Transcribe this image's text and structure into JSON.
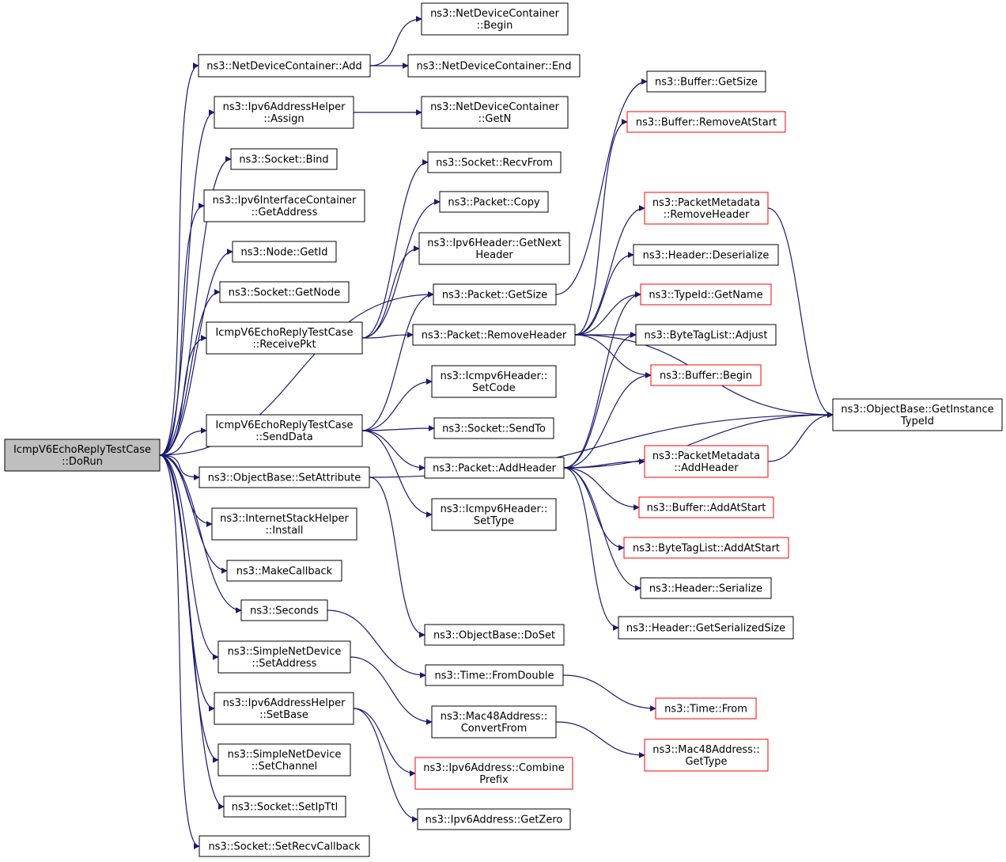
{
  "colors": {
    "edge": "#191970",
    "node_border": "#000000",
    "node_border_truncated": "#ff0000",
    "root_fill": "#bfbfbf",
    "node_fill": "#ffffff",
    "text": "#000000"
  },
  "nodes": [
    {
      "id": "root",
      "lines": [
        "IcmpV6EchoReplyTestCase",
        "::DoRun"
      ],
      "kind": "root"
    },
    {
      "id": "ndc_add",
      "lines": [
        "ns3::NetDeviceContainer::Add"
      ],
      "kind": "normal"
    },
    {
      "id": "ipv6ah_assign",
      "lines": [
        "ns3::Ipv6AddressHelper",
        "::Assign"
      ],
      "kind": "normal"
    },
    {
      "id": "socket_bind",
      "lines": [
        "ns3::Socket::Bind"
      ],
      "kind": "normal"
    },
    {
      "id": "ipv6ic_getaddress",
      "lines": [
        "ns3::Ipv6InterfaceContainer",
        "::GetAddress"
      ],
      "kind": "normal"
    },
    {
      "id": "node_getid",
      "lines": [
        "ns3::Node::GetId"
      ],
      "kind": "normal"
    },
    {
      "id": "socket_getnode",
      "lines": [
        "ns3::Socket::GetNode"
      ],
      "kind": "normal"
    },
    {
      "id": "receivepkt",
      "lines": [
        "IcmpV6EchoReplyTestCase",
        "::ReceivePkt"
      ],
      "kind": "normal"
    },
    {
      "id": "senddata",
      "lines": [
        "IcmpV6EchoReplyTestCase",
        "::SendData"
      ],
      "kind": "normal"
    },
    {
      "id": "ob_setattribute",
      "lines": [
        "ns3::ObjectBase::SetAttribute"
      ],
      "kind": "normal"
    },
    {
      "id": "ish_install",
      "lines": [
        "ns3::InternetStackHelper",
        "::Install"
      ],
      "kind": "normal"
    },
    {
      "id": "makecallback",
      "lines": [
        "ns3::MakeCallback"
      ],
      "kind": "normal"
    },
    {
      "id": "seconds",
      "lines": [
        "ns3::Seconds"
      ],
      "kind": "normal"
    },
    {
      "id": "snd_setaddress",
      "lines": [
        "ns3::SimpleNetDevice",
        "::SetAddress"
      ],
      "kind": "normal"
    },
    {
      "id": "ipv6ah_setbase",
      "lines": [
        "ns3::Ipv6AddressHelper",
        "::SetBase"
      ],
      "kind": "normal"
    },
    {
      "id": "snd_setchannel",
      "lines": [
        "ns3::SimpleNetDevice",
        "::SetChannel"
      ],
      "kind": "normal"
    },
    {
      "id": "socket_setipttl",
      "lines": [
        "ns3::Socket::SetIpTtl"
      ],
      "kind": "normal"
    },
    {
      "id": "socket_setrecvcallback",
      "lines": [
        "ns3::Socket::SetRecvCallback"
      ],
      "kind": "normal"
    },
    {
      "id": "ndc_begin",
      "lines": [
        "ns3::NetDeviceContainer",
        "::Begin"
      ],
      "kind": "normal"
    },
    {
      "id": "ndc_end",
      "lines": [
        "ns3::NetDeviceContainer::End"
      ],
      "kind": "normal"
    },
    {
      "id": "ndc_getn",
      "lines": [
        "ns3::NetDeviceContainer",
        "::GetN"
      ],
      "kind": "normal"
    },
    {
      "id": "socket_recvfrom",
      "lines": [
        "ns3::Socket::RecvFrom"
      ],
      "kind": "normal"
    },
    {
      "id": "packet_copy",
      "lines": [
        "ns3::Packet::Copy"
      ],
      "kind": "normal"
    },
    {
      "id": "ipv6h_getnext",
      "lines": [
        "ns3::Ipv6Header::GetNext",
        "Header"
      ],
      "kind": "normal"
    },
    {
      "id": "packet_getsize",
      "lines": [
        "ns3::Packet::GetSize"
      ],
      "kind": "normal"
    },
    {
      "id": "packet_removeheader",
      "lines": [
        "ns3::Packet::RemoveHeader"
      ],
      "kind": "normal"
    },
    {
      "id": "icmpv6h_setcode",
      "lines": [
        "ns3::Icmpv6Header::",
        "SetCode"
      ],
      "kind": "normal"
    },
    {
      "id": "socket_sendto",
      "lines": [
        "ns3::Socket::SendTo"
      ],
      "kind": "normal"
    },
    {
      "id": "packet_addheader",
      "lines": [
        "ns3::Packet::AddHeader"
      ],
      "kind": "normal"
    },
    {
      "id": "icmpv6h_settype",
      "lines": [
        "ns3::Icmpv6Header::",
        "SetType"
      ],
      "kind": "normal"
    },
    {
      "id": "ob_doset",
      "lines": [
        "ns3::ObjectBase::DoSet"
      ],
      "kind": "normal"
    },
    {
      "id": "time_fromdouble",
      "lines": [
        "ns3::Time::FromDouble"
      ],
      "kind": "normal"
    },
    {
      "id": "mac48_convertfrom",
      "lines": [
        "ns3::Mac48Address::",
        "ConvertFrom"
      ],
      "kind": "normal"
    },
    {
      "id": "ipv6a_combineprefix",
      "lines": [
        "ns3::Ipv6Address::Combine",
        "Prefix"
      ],
      "kind": "truncated"
    },
    {
      "id": "ipv6a_getzero",
      "lines": [
        "ns3::Ipv6Address::GetZero"
      ],
      "kind": "normal"
    },
    {
      "id": "buffer_getsize",
      "lines": [
        "ns3::Buffer::GetSize"
      ],
      "kind": "normal"
    },
    {
      "id": "buffer_removeatstart",
      "lines": [
        "ns3::Buffer::RemoveAtStart"
      ],
      "kind": "truncated"
    },
    {
      "id": "pm_removeheader",
      "lines": [
        "ns3::PacketMetadata",
        "::RemoveHeader"
      ],
      "kind": "truncated"
    },
    {
      "id": "header_deserialize",
      "lines": [
        "ns3::Header::Deserialize"
      ],
      "kind": "normal"
    },
    {
      "id": "typeid_getname",
      "lines": [
        "ns3::TypeId::GetName"
      ],
      "kind": "truncated"
    },
    {
      "id": "btl_adjust",
      "lines": [
        "ns3::ByteTagList::Adjust"
      ],
      "kind": "normal"
    },
    {
      "id": "buffer_begin",
      "lines": [
        "ns3::Buffer::Begin"
      ],
      "kind": "truncated"
    },
    {
      "id": "ob_getinstancetypeid",
      "lines": [
        "ns3::ObjectBase::GetInstance",
        "TypeId"
      ],
      "kind": "normal"
    },
    {
      "id": "pm_addheader",
      "lines": [
        "ns3::PacketMetadata",
        "::AddHeader"
      ],
      "kind": "truncated"
    },
    {
      "id": "buffer_addatstart",
      "lines": [
        "ns3::Buffer::AddAtStart"
      ],
      "kind": "truncated"
    },
    {
      "id": "btl_addatstart",
      "lines": [
        "ns3::ByteTagList::AddAtStart"
      ],
      "kind": "truncated"
    },
    {
      "id": "header_serialize",
      "lines": [
        "ns3::Header::Serialize"
      ],
      "kind": "normal"
    },
    {
      "id": "header_getserializedsize",
      "lines": [
        "ns3::Header::GetSerializedSize"
      ],
      "kind": "normal"
    },
    {
      "id": "time_from",
      "lines": [
        "ns3::Time::From"
      ],
      "kind": "truncated"
    },
    {
      "id": "mac48_gettype",
      "lines": [
        "ns3::Mac48Address::",
        "GetType"
      ],
      "kind": "truncated"
    }
  ],
  "edges": [
    [
      "root",
      "ndc_add"
    ],
    [
      "root",
      "ipv6ah_assign"
    ],
    [
      "root",
      "socket_bind"
    ],
    [
      "root",
      "ipv6ic_getaddress"
    ],
    [
      "root",
      "node_getid"
    ],
    [
      "root",
      "socket_getnode"
    ],
    [
      "root",
      "receivepkt"
    ],
    [
      "root",
      "packet_getsize"
    ],
    [
      "root",
      "senddata"
    ],
    [
      "root",
      "ob_setattribute"
    ],
    [
      "root",
      "ish_install"
    ],
    [
      "root",
      "makecallback"
    ],
    [
      "root",
      "seconds"
    ],
    [
      "root",
      "snd_setaddress"
    ],
    [
      "root",
      "ipv6ah_setbase"
    ],
    [
      "root",
      "snd_setchannel"
    ],
    [
      "root",
      "socket_setipttl"
    ],
    [
      "root",
      "socket_setrecvcallback"
    ],
    [
      "ndc_add",
      "ndc_begin"
    ],
    [
      "ndc_add",
      "ndc_end"
    ],
    [
      "ipv6ah_assign",
      "ndc_getn"
    ],
    [
      "receivepkt",
      "socket_recvfrom"
    ],
    [
      "receivepkt",
      "packet_copy"
    ],
    [
      "receivepkt",
      "ipv6h_getnext"
    ],
    [
      "receivepkt",
      "packet_removeheader"
    ],
    [
      "senddata",
      "packet_getsize"
    ],
    [
      "senddata",
      "icmpv6h_setcode"
    ],
    [
      "senddata",
      "socket_sendto"
    ],
    [
      "senddata",
      "packet_addheader"
    ],
    [
      "senddata",
      "icmpv6h_settype"
    ],
    [
      "ob_setattribute",
      "ob_doset"
    ],
    [
      "ob_setattribute",
      "ob_getinstancetypeid"
    ],
    [
      "seconds",
      "time_fromdouble"
    ],
    [
      "time_fromdouble",
      "time_from"
    ],
    [
      "snd_setaddress",
      "mac48_convertfrom"
    ],
    [
      "mac48_convertfrom",
      "mac48_gettype"
    ],
    [
      "ipv6ah_setbase",
      "ipv6a_combineprefix"
    ],
    [
      "ipv6ah_setbase",
      "ipv6a_getzero"
    ],
    [
      "packet_getsize",
      "buffer_getsize"
    ],
    [
      "packet_removeheader",
      "buffer_removeatstart"
    ],
    [
      "packet_removeheader",
      "ob_getinstancetypeid"
    ],
    [
      "packet_removeheader",
      "pm_removeheader"
    ],
    [
      "packet_removeheader",
      "header_deserialize"
    ],
    [
      "packet_removeheader",
      "typeid_getname"
    ],
    [
      "packet_removeheader",
      "btl_adjust"
    ],
    [
      "packet_removeheader",
      "buffer_begin"
    ],
    [
      "pm_removeheader",
      "ob_getinstancetypeid"
    ],
    [
      "packet_addheader",
      "typeid_getname"
    ],
    [
      "packet_addheader",
      "btl_adjust"
    ],
    [
      "packet_addheader",
      "buffer_begin"
    ],
    [
      "packet_addheader",
      "ob_getinstancetypeid"
    ],
    [
      "packet_addheader",
      "pm_addheader"
    ],
    [
      "packet_addheader",
      "buffer_addatstart"
    ],
    [
      "packet_addheader",
      "btl_addatstart"
    ],
    [
      "packet_addheader",
      "header_serialize"
    ],
    [
      "packet_addheader",
      "header_getserializedsize"
    ],
    [
      "pm_addheader",
      "ob_getinstancetypeid"
    ]
  ]
}
